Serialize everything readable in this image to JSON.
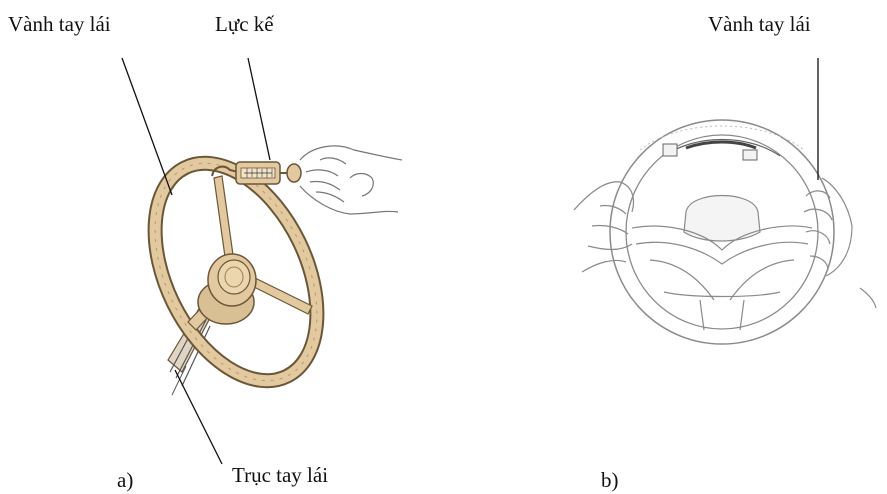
{
  "labels": {
    "rim_a": "Vành tay lái",
    "gauge": "Lực kế",
    "rim_b": "Vành tay lái",
    "shaft": "Trục tay lái",
    "part_a": "a)",
    "part_b": "b)"
  },
  "colors": {
    "wheel_fill": "#e3c9a0",
    "wheel_stroke": "#6b5638",
    "line": "#111111",
    "sketch": "#8a8a8a"
  }
}
